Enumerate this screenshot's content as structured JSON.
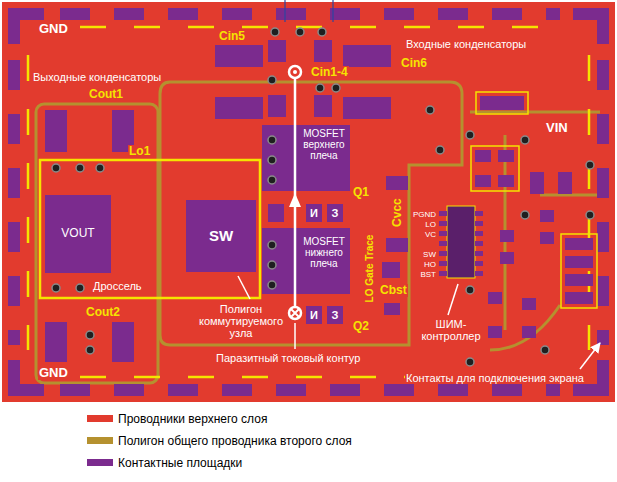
{
  "diagram": {
    "nodes": [
      {
        "text": [
          "VOUT"
        ]
      },
      {
        "text": [
          "SW"
        ]
      },
      {
        "text": [
          "И"
        ]
      },
      {
        "text": [
          "З"
        ]
      },
      {
        "text": [
          "И"
        ]
      },
      {
        "text": [
          "З"
        ]
      }
    ],
    "labels": [
      "GND",
      "Входные конденсаторы",
      "Cin5",
      "Cin1-4",
      "Cin6",
      "Выходные конденсаторы",
      "Cout1",
      "VIN",
      "Lo1",
      "MOSFET верхнего плеча",
      "Q1",
      "Cvcc",
      "PGND",
      "LO",
      "VC",
      "SW",
      "HO",
      "BST",
      "LO Gate Trace",
      "MOSFET нижнего плеча",
      "Дроссель",
      "Q2",
      "Cbst",
      "Полигон коммутируемого узла",
      "ШИМ-контроллер",
      "Паразитный токовый контур",
      "Контакты для подключения экрана",
      "Cout2",
      "GND"
    ],
    "legend": [
      {
        "text": "Проводники верхнего слоя",
        "color": "#e23b2e"
      },
      {
        "text": "Полигон общего проводника второго слоя",
        "color": "#b5912f"
      },
      {
        "text": "Контактные площадки",
        "color": "#7b2b8e"
      }
    ]
  }
}
